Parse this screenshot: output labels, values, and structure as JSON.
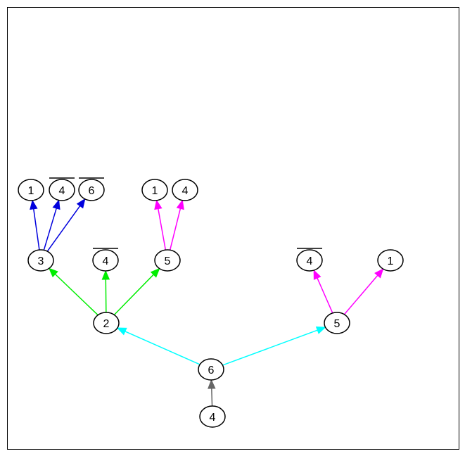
{
  "colors": {
    "root_edge": "#666666",
    "cyan": "#00ffff",
    "green": "#00ee00",
    "blue": "#0000dd",
    "magenta": "#ff00ff",
    "node_stroke": "#000000"
  },
  "nodes": [
    {
      "id": "n_root4",
      "label": "4",
      "overline": false
    },
    {
      "id": "n_6",
      "label": "6",
      "overline": false
    },
    {
      "id": "n_2",
      "label": "2",
      "overline": false
    },
    {
      "id": "n_5r",
      "label": "5",
      "overline": false
    },
    {
      "id": "n_3",
      "label": "3",
      "overline": false
    },
    {
      "id": "n_4bar_mid",
      "label": "4",
      "overline": true
    },
    {
      "id": "n_5m",
      "label": "5",
      "overline": false
    },
    {
      "id": "n_4bar_r",
      "label": "4",
      "overline": true
    },
    {
      "id": "n_1r",
      "label": "1",
      "overline": false
    },
    {
      "id": "n_1a",
      "label": "1",
      "overline": false
    },
    {
      "id": "n_4bar_a",
      "label": "4",
      "overline": true
    },
    {
      "id": "n_6bar_a",
      "label": "6",
      "overline": true
    },
    {
      "id": "n_1b",
      "label": "1",
      "overline": false
    },
    {
      "id": "n_4b",
      "label": "4",
      "overline": false
    }
  ],
  "edges": [
    {
      "from": "n_root4",
      "to": "n_6",
      "color": "root_edge"
    },
    {
      "from": "n_6",
      "to": "n_2",
      "color": "cyan"
    },
    {
      "from": "n_6",
      "to": "n_5r",
      "color": "cyan"
    },
    {
      "from": "n_2",
      "to": "n_3",
      "color": "green"
    },
    {
      "from": "n_2",
      "to": "n_4bar_mid",
      "color": "green"
    },
    {
      "from": "n_2",
      "to": "n_5m",
      "color": "green"
    },
    {
      "from": "n_5r",
      "to": "n_4bar_r",
      "color": "magenta"
    },
    {
      "from": "n_5r",
      "to": "n_1r",
      "color": "magenta"
    },
    {
      "from": "n_3",
      "to": "n_1a",
      "color": "blue"
    },
    {
      "from": "n_3",
      "to": "n_4bar_a",
      "color": "blue"
    },
    {
      "from": "n_3",
      "to": "n_6bar_a",
      "color": "blue"
    },
    {
      "from": "n_5m",
      "to": "n_1b",
      "color": "magenta"
    },
    {
      "from": "n_5m",
      "to": "n_4b",
      "color": "magenta"
    }
  ]
}
